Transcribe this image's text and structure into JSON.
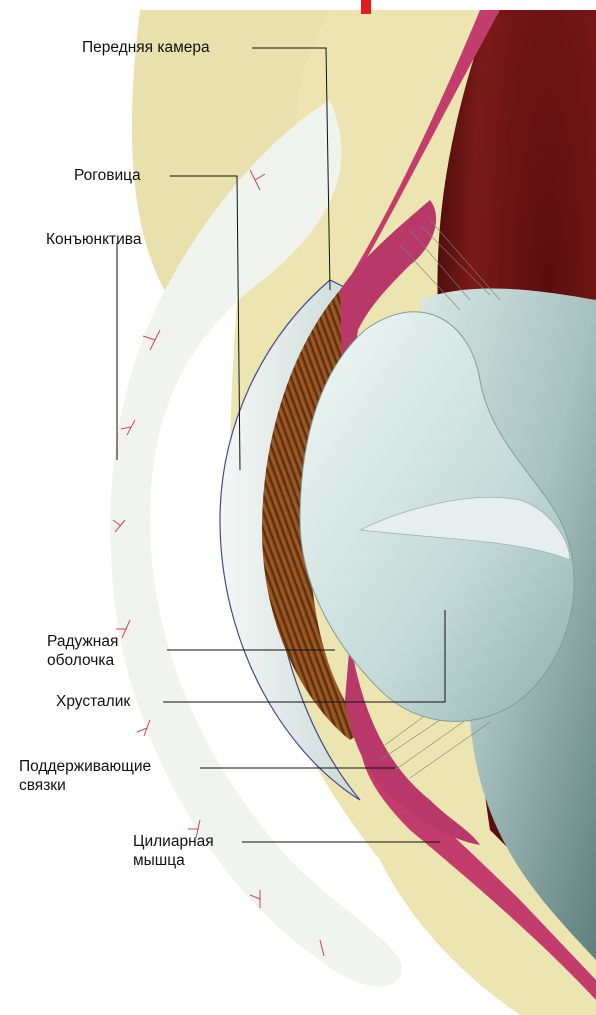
{
  "labels": {
    "anterior_chamber": "Передняя камера",
    "cornea": "Роговица",
    "conjunctiva": "Конъюнктива",
    "iris": [
      "Радужная",
      "оболочка"
    ],
    "lens": "Хрусталик",
    "zonules": [
      "Поддерживающие",
      "связки"
    ],
    "ciliary_muscle": [
      "Цилиарная",
      "мышца"
    ]
  },
  "colors": {
    "sclera": "#ece5b2",
    "cornea": "#e3ecea",
    "iris": "#8a4a1c",
    "ciliary_body": "#b8386a",
    "lens": "#cfe0df",
    "interior": "#6b1413",
    "accent_mark": "#e31d1d"
  }
}
